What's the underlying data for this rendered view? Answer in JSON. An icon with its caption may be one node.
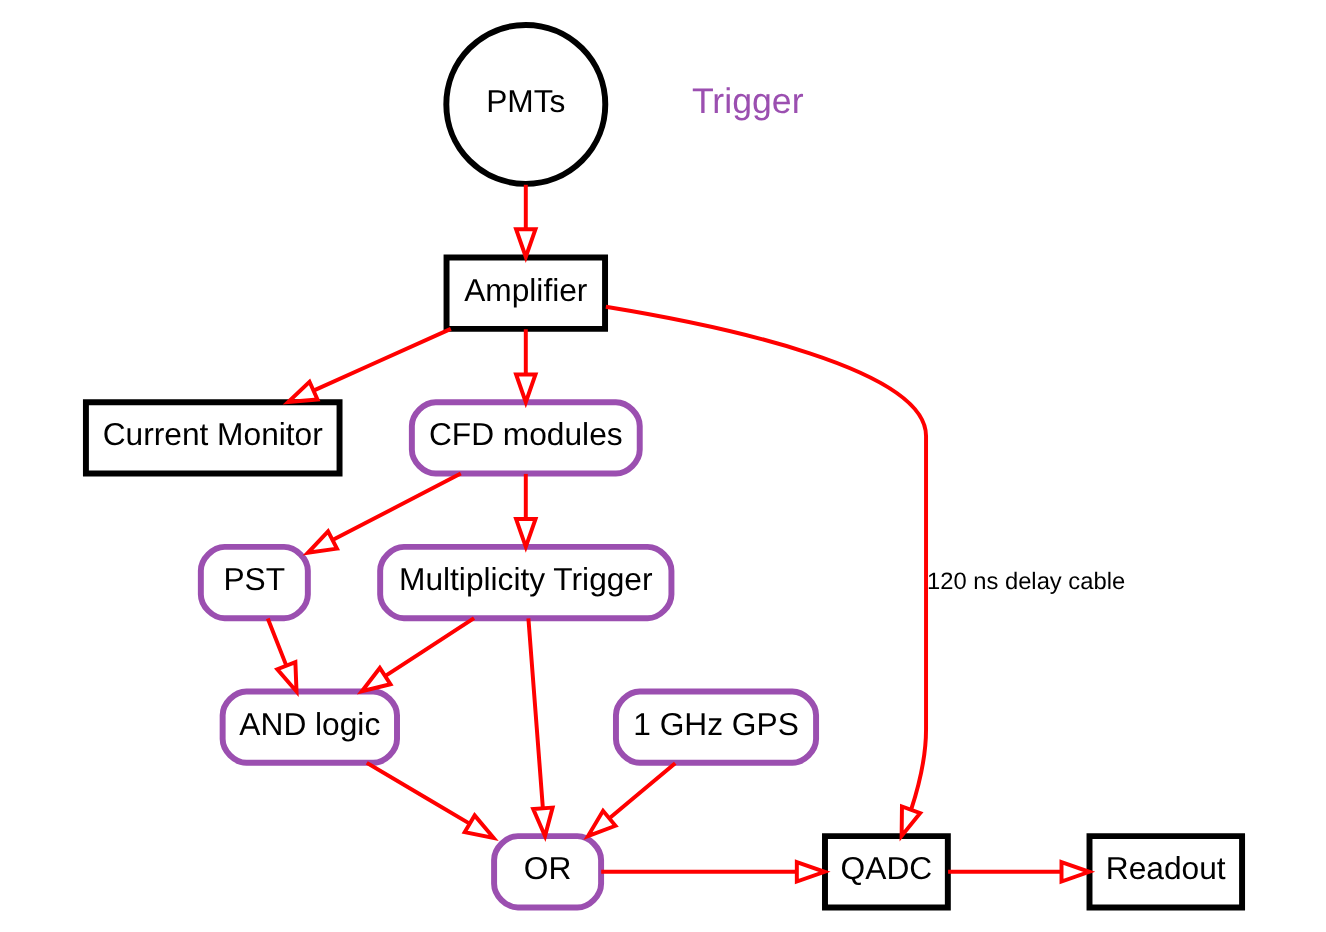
{
  "diagram": {
    "nodes": [
      {
        "text": [
          "PMTs"
        ]
      },
      {
        "text": [
          "Current Monitor"
        ]
      },
      {
        "text": [
          "Amplifier"
        ]
      },
      {
        "text": [
          "CFD modules"
        ]
      },
      {
        "text": [
          "PST"
        ]
      },
      {
        "text": [
          "Multiplicity Trigger"
        ]
      },
      {
        "text": [
          "AND logic"
        ]
      },
      {
        "text": [
          "Readout"
        ]
      },
      {
        "text": [
          "QADC"
        ]
      },
      {
        "text": [
          "OR"
        ]
      },
      {
        "text": [
          "1 GHz GPS"
        ]
      }
    ],
    "edges": [
      {
        "from": 0,
        "to": 2,
        "arrow": "to"
      },
      {
        "from": 2,
        "to": 1,
        "arrow": "to"
      },
      {
        "from": 2,
        "to": 3,
        "arrow": "to"
      },
      {
        "from": 2,
        "to": 8,
        "arrow": "to",
        "label": "120 ns delay cable"
      },
      {
        "from": 3,
        "to": 4,
        "arrow": "to"
      },
      {
        "from": 3,
        "to": 5,
        "arrow": "to"
      },
      {
        "from": 4,
        "to": 6,
        "arrow": "to"
      },
      {
        "from": 5,
        "to": 6,
        "arrow": "to"
      },
      {
        "from": 5,
        "to": 9,
        "arrow": "to"
      },
      {
        "from": 6,
        "to": 9,
        "arrow": "to"
      },
      {
        "from": 10,
        "to": 9,
        "arrow": "to"
      },
      {
        "from": 9,
        "to": 8,
        "arrow": "to"
      },
      {
        "from": 8,
        "to": 7,
        "arrow": "to"
      }
    ],
    "labels": [
      "Trigger"
    ]
  }
}
